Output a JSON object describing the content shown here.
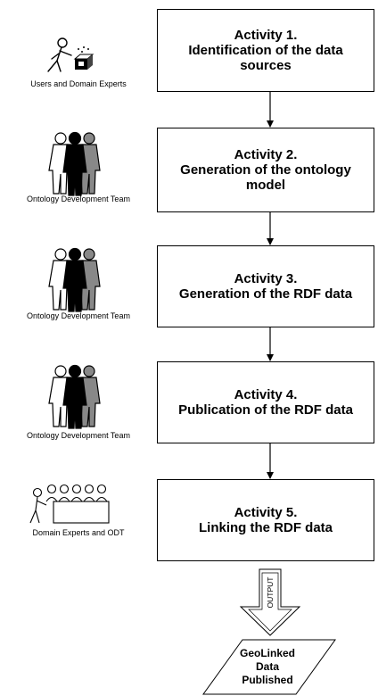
{
  "activities": [
    {
      "lines": [
        "Activity 1.",
        "Identification of the data",
        "sources"
      ]
    },
    {
      "lines": [
        "Activity 2.",
        "Generation of the ontology",
        "model"
      ]
    },
    {
      "lines": [
        "Activity 3.",
        "Generation of the RDF data"
      ]
    },
    {
      "lines": [
        "Activity 4.",
        "Publication of the RDF data"
      ]
    },
    {
      "lines": [
        "Activity 5.",
        "Linking  the RDF data"
      ]
    }
  ],
  "roles": [
    {
      "label": "Users and Domain Experts",
      "icon": "user-with-box-icon"
    },
    {
      "label": "Ontology Development Team",
      "icon": "team-icon"
    },
    {
      "label": "Ontology Development Team",
      "icon": "team-icon"
    },
    {
      "label": "Ontology Development Team",
      "icon": "team-icon"
    },
    {
      "label": "Domain Experts and ODT",
      "icon": "meeting-icon"
    }
  ],
  "output": {
    "arrow_label": "OUTPUT",
    "result_lines": [
      "GeoLinked",
      "Data",
      "Published"
    ]
  }
}
